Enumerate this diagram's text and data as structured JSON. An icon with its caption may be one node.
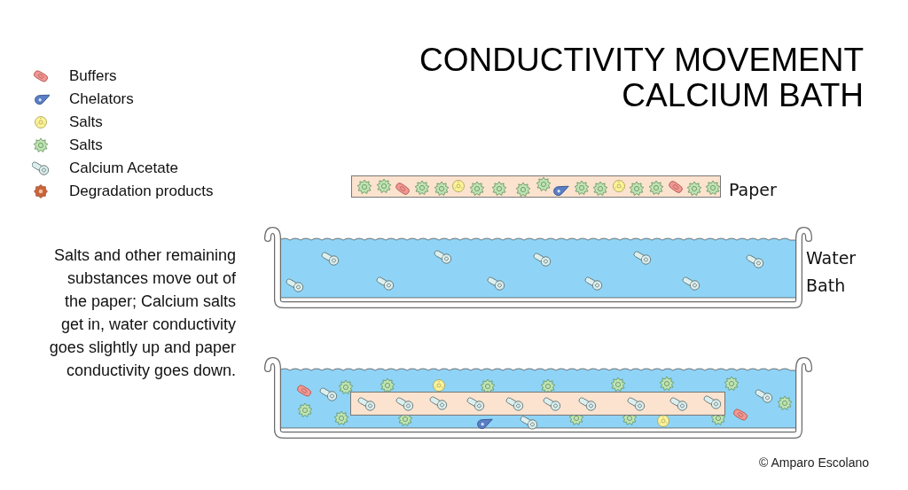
{
  "diagram": {
    "title": "CONDUCTIVITY MOVEMENT CALCIUM BATH",
    "nodes": [
      {
        "text": [],
        "shape": "bar",
        "beside": [
          "Paper"
        ]
      },
      {
        "text": [],
        "shape": "tray",
        "beside": [
          "Water Bath"
        ]
      },
      {
        "text": [],
        "shape": "tray"
      },
      {
        "text": [],
        "shape": "bar",
        "in": 2
      }
    ],
    "edges": [],
    "labels": [
      "Salts and other remaining substances move out of the paper; Calcium salts get in, water conductivity goes slightly up and paper conductivity goes down.",
      "© Amparo Escolano"
    ],
    "legend": [
      {
        "text": "Buffers"
      },
      {
        "text": "Chelators"
      },
      {
        "text": "Salts"
      },
      {
        "text": "Salts"
      },
      {
        "text": "Calcium Acetate"
      },
      {
        "text": "Degradation products"
      }
    ]
  }
}
